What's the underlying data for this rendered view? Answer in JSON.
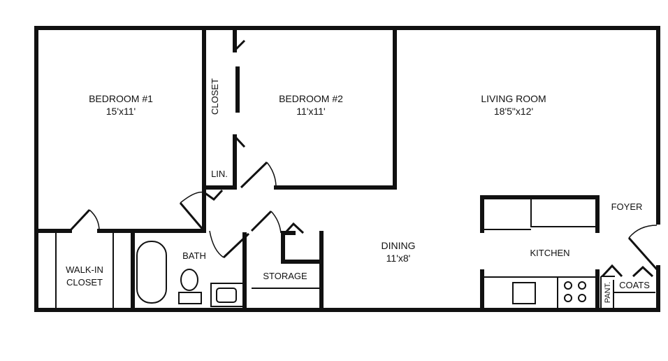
{
  "rooms": {
    "bedroom1": {
      "name": "BEDROOM #1",
      "size": "15'x11'"
    },
    "bedroom2": {
      "name": "BEDROOM #2",
      "size": "11'x11'"
    },
    "living": {
      "name": "LIVING ROOM",
      "size": "18'5\"x12'"
    },
    "dining": {
      "name": "DINING",
      "size": "11'x8'"
    },
    "closet": "CLOSET",
    "linen": "LIN.",
    "walkin_1": "WALK-IN",
    "walkin_2": "CLOSET",
    "bath": "BATH",
    "storage": "STORAGE",
    "kitchen": "KITCHEN",
    "foyer": "FOYER",
    "pantry": "PANT.",
    "coats": "COATS"
  }
}
